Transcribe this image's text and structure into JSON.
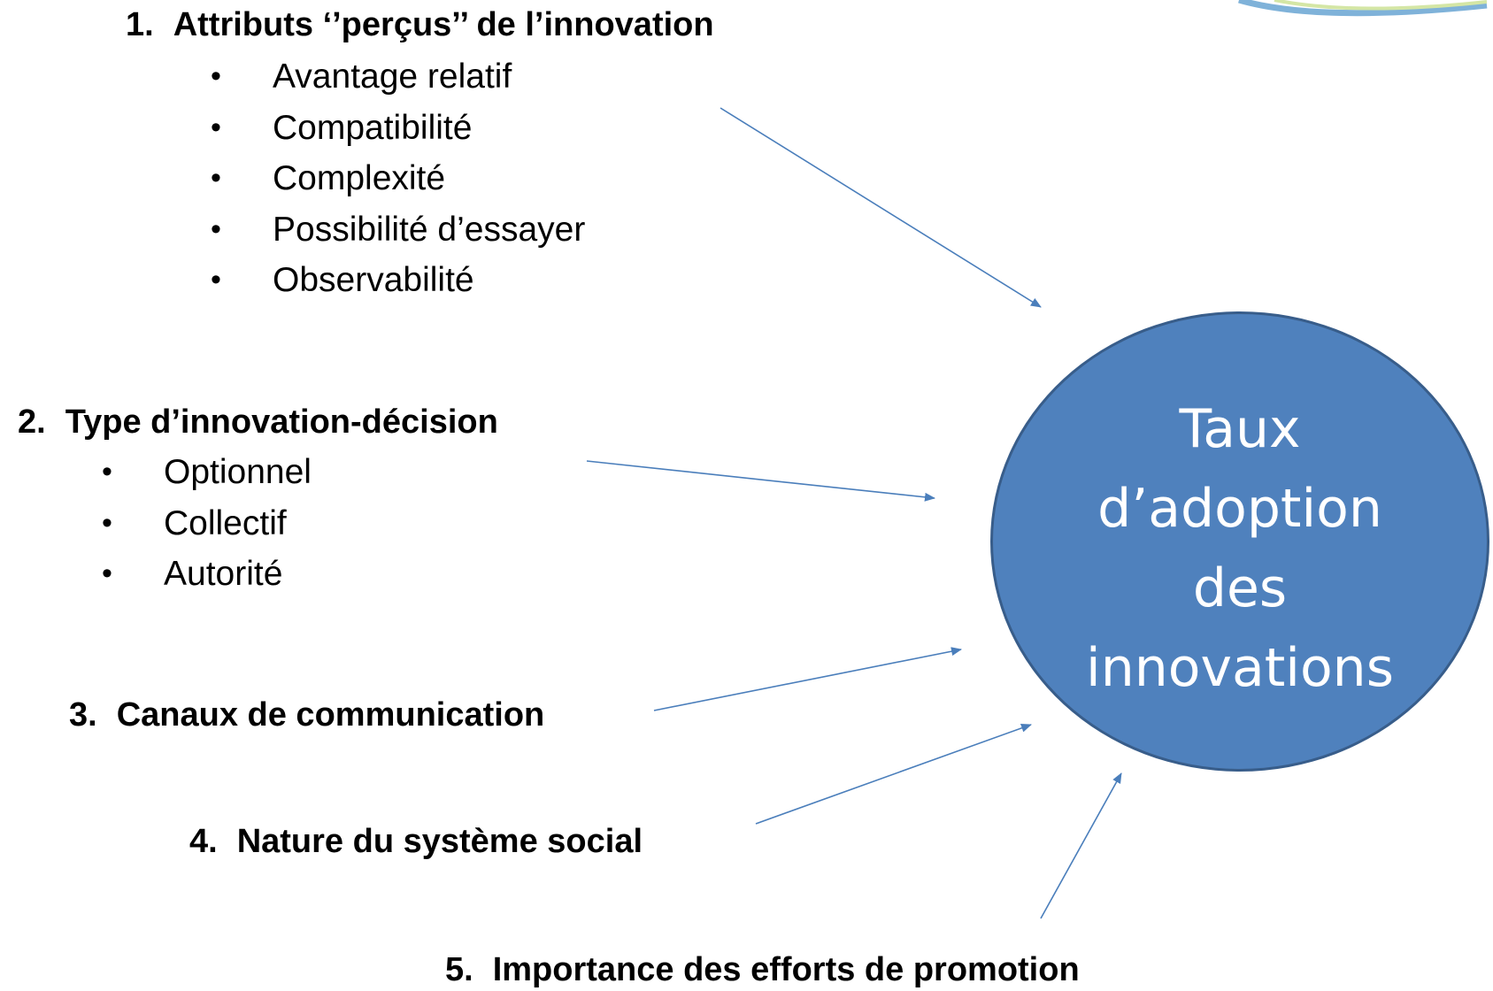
{
  "factors": [
    {
      "number": "1.",
      "title": "Attributs ‘’perçus’’ de l’innovation",
      "items": [
        "Avantage relatif",
        "Compatibilité",
        "Complexité",
        "Possibilité d’essayer",
        "Observabilité"
      ]
    },
    {
      "number": "2.",
      "title": "Type d’innovation-décision",
      "items": [
        "Optionnel",
        "Collectif",
        "Autorité"
      ]
    },
    {
      "number": "3.",
      "title": "Canaux de communication",
      "items": []
    },
    {
      "number": "4.",
      "title": "Nature du système social",
      "items": []
    },
    {
      "number": "5.",
      "title": "Importance des efforts de promotion",
      "items": []
    }
  ],
  "bullet_glyph": "•",
  "outcome": {
    "label": "Taux\nd’adoption\ndes\ninnovations"
  },
  "colors": {
    "circle_fill": "#4f81bd",
    "circle_border": "#385d8a",
    "arrow": "#4a7ebb",
    "text": "#000000"
  }
}
